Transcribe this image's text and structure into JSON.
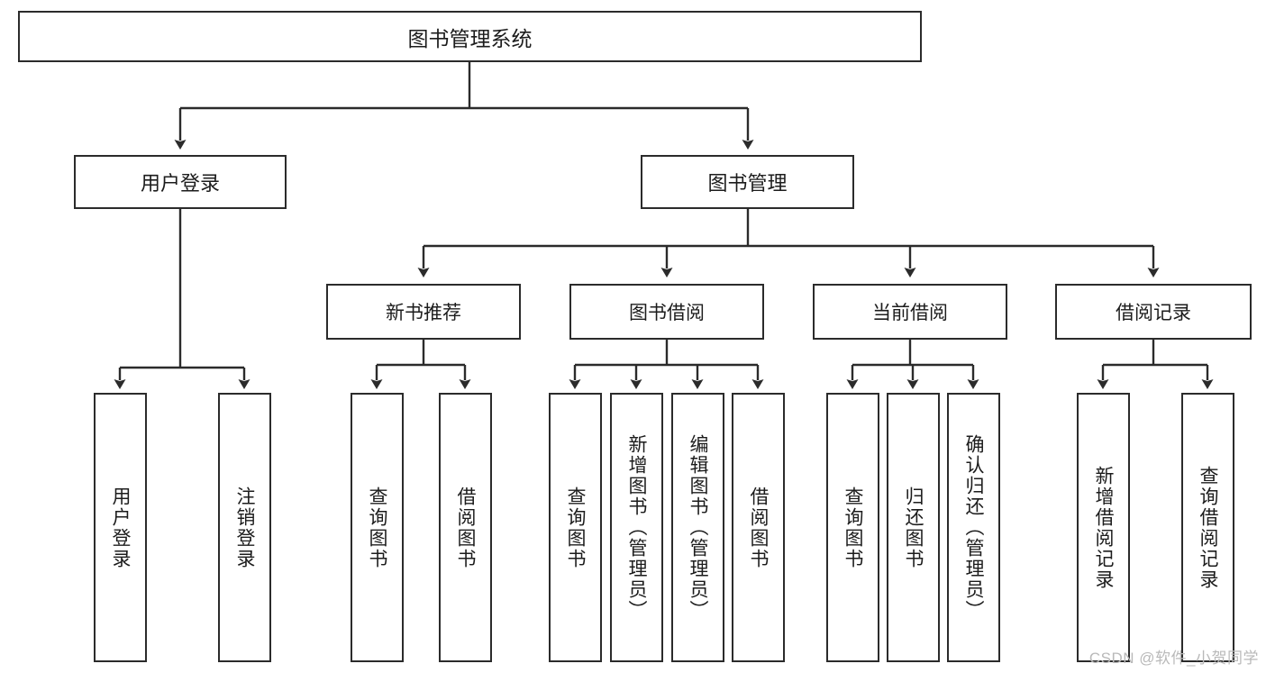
{
  "diagram": {
    "title": "图书管理系统",
    "type": "tree-hierarchy-diagram",
    "root": {
      "id": "root",
      "label": "图书管理系统"
    },
    "level1": [
      {
        "id": "user-login",
        "label": "用户登录"
      },
      {
        "id": "book-management",
        "label": "图书管理"
      }
    ],
    "level2": [
      {
        "id": "new-book-recommend",
        "label": "新书推荐",
        "parent": "book-management"
      },
      {
        "id": "book-borrow",
        "label": "图书借阅",
        "parent": "book-management"
      },
      {
        "id": "current-borrow",
        "label": "当前借阅",
        "parent": "book-management"
      },
      {
        "id": "borrow-record",
        "label": "借阅记录",
        "parent": "book-management"
      }
    ],
    "leaves": [
      {
        "id": "leaf-user-login",
        "label": "用户登录",
        "parent": "user-login"
      },
      {
        "id": "leaf-logout-login",
        "label": "注销登录",
        "parent": "user-login"
      },
      {
        "id": "leaf-query-book-1",
        "label": "查询图书",
        "parent": "new-book-recommend"
      },
      {
        "id": "leaf-borrow-book-1",
        "label": "借阅图书",
        "parent": "new-book-recommend"
      },
      {
        "id": "leaf-query-book-2",
        "label": "查询图书",
        "parent": "book-borrow"
      },
      {
        "id": "leaf-add-book",
        "label": "新增图书（管理员）",
        "parent": "book-borrow"
      },
      {
        "id": "leaf-edit-book",
        "label": "编辑图书（管理员）",
        "parent": "book-borrow"
      },
      {
        "id": "leaf-borrow-book-2",
        "label": "借阅图书",
        "parent": "book-borrow"
      },
      {
        "id": "leaf-query-book-3",
        "label": "查询图书",
        "parent": "current-borrow"
      },
      {
        "id": "leaf-return-book",
        "label": "归还图书",
        "parent": "current-borrow"
      },
      {
        "id": "leaf-confirm-return",
        "label": "确认归还（管理员）",
        "parent": "current-borrow"
      },
      {
        "id": "leaf-add-record",
        "label": "新增借阅记录",
        "parent": "borrow-record"
      },
      {
        "id": "leaf-query-record",
        "label": "查询借阅记录",
        "parent": "borrow-record"
      }
    ]
  },
  "watermark": {
    "text": "CSDN @软件_小贺同学"
  },
  "colors": {
    "stroke": "#2b2b2b",
    "background": "#ffffff",
    "text": "#1c1c1c",
    "watermark": "#b9b9b9"
  }
}
